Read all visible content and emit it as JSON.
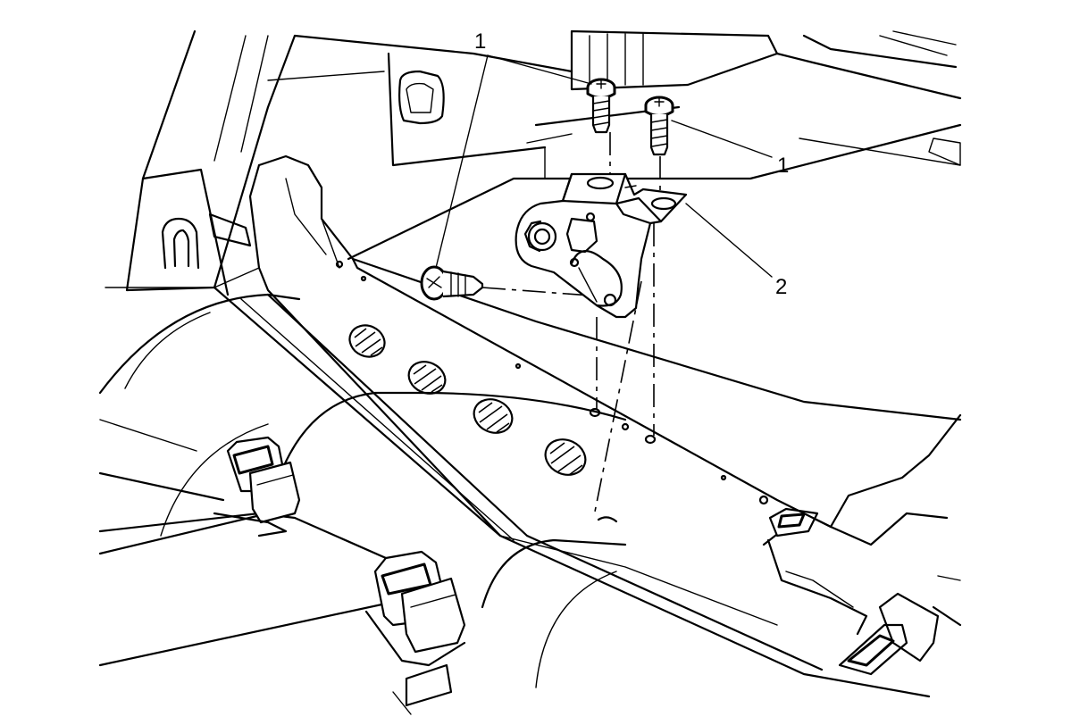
{
  "diagram": {
    "callouts": [
      {
        "id": "callout-1-top",
        "label": "1",
        "meaning": "bolt"
      },
      {
        "id": "callout-1-right",
        "label": "1",
        "meaning": "bolt"
      },
      {
        "id": "callout-2",
        "label": "2",
        "meaning": "bracket"
      }
    ],
    "colors": {
      "line": "#000000",
      "background": "#ffffff"
    }
  }
}
